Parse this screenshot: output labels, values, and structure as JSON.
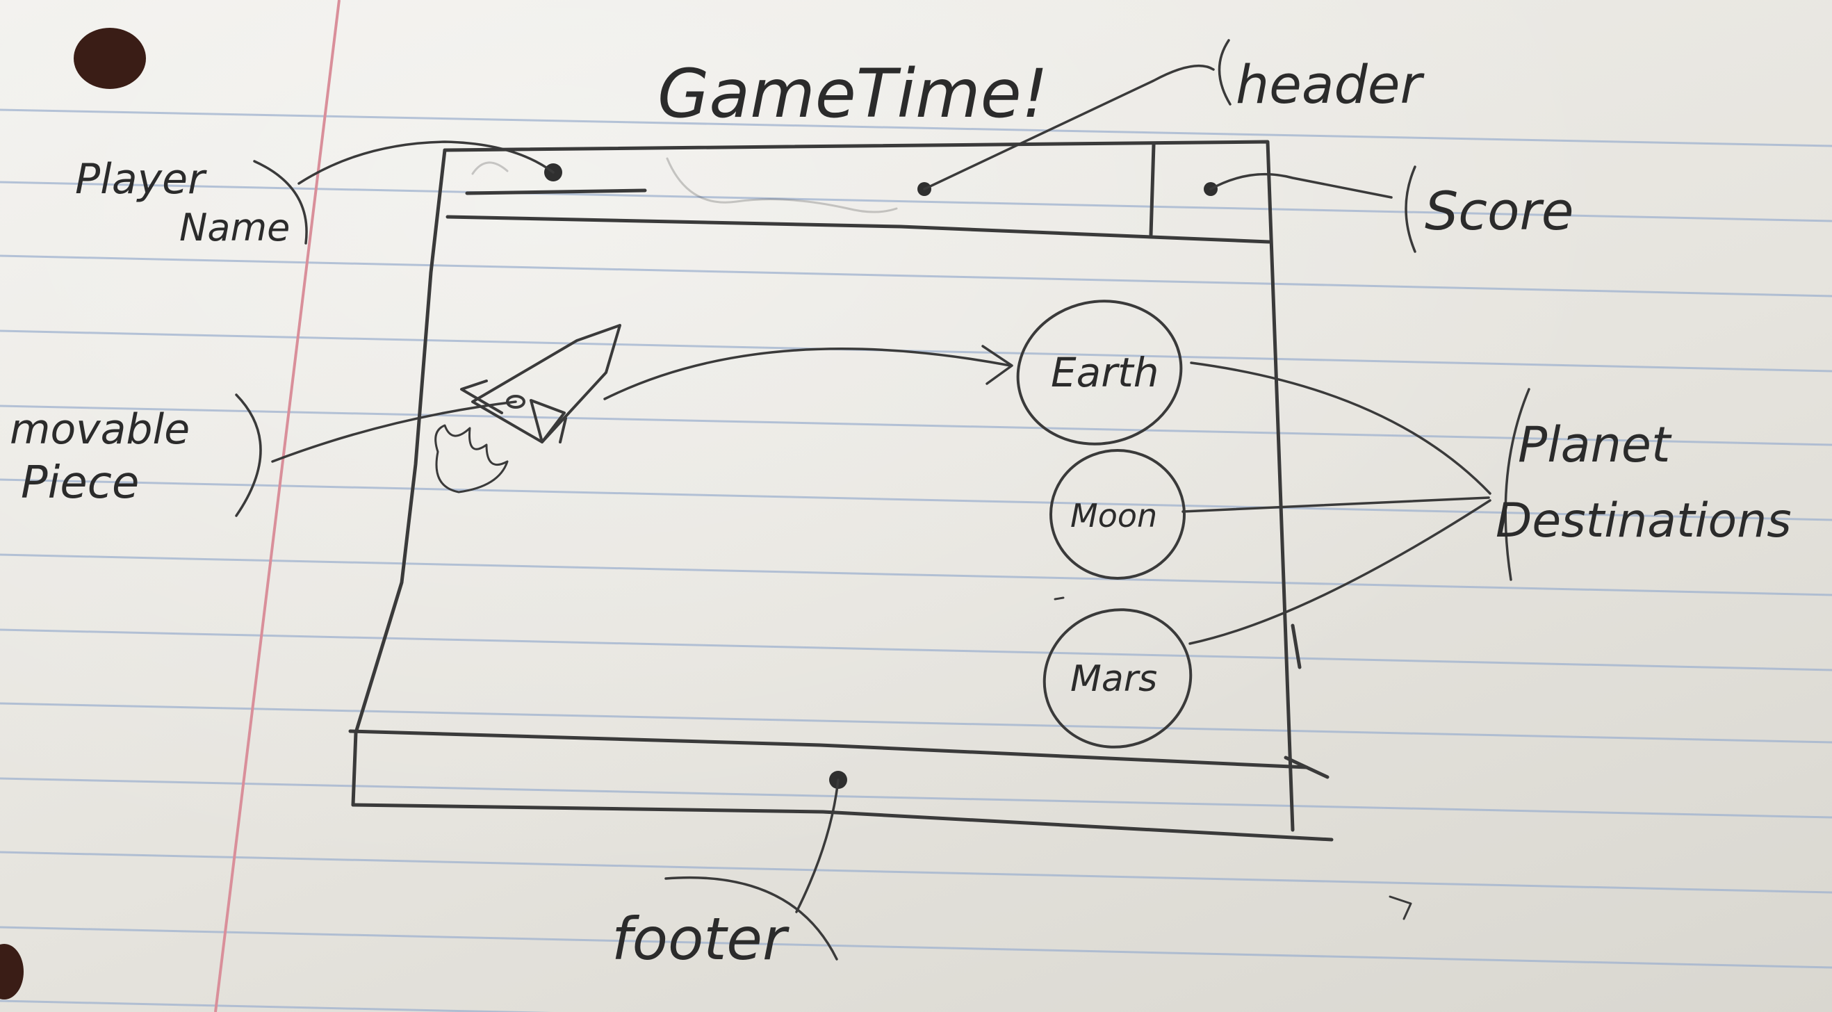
{
  "header_title": "GameTime!",
  "labels": {
    "header": "header",
    "player_name_line1": "Player",
    "player_name_line2": "Name",
    "score": "Score",
    "movable_piece_line1": "movable",
    "movable_piece_line2": "Piece",
    "planet_destinations_line1": "Planet",
    "planet_destinations_line2": "Destinations",
    "footer": "footer"
  },
  "planets": [
    {
      "name": "Earth"
    },
    {
      "name": "Moon"
    },
    {
      "name": "Mars"
    }
  ],
  "colors": {
    "pencil": "#3a3a3a",
    "paper": "#eceae4",
    "ruled_line": "#9fb2cf",
    "margin_line": "#d98f9a",
    "hole": "#3a1d16"
  }
}
